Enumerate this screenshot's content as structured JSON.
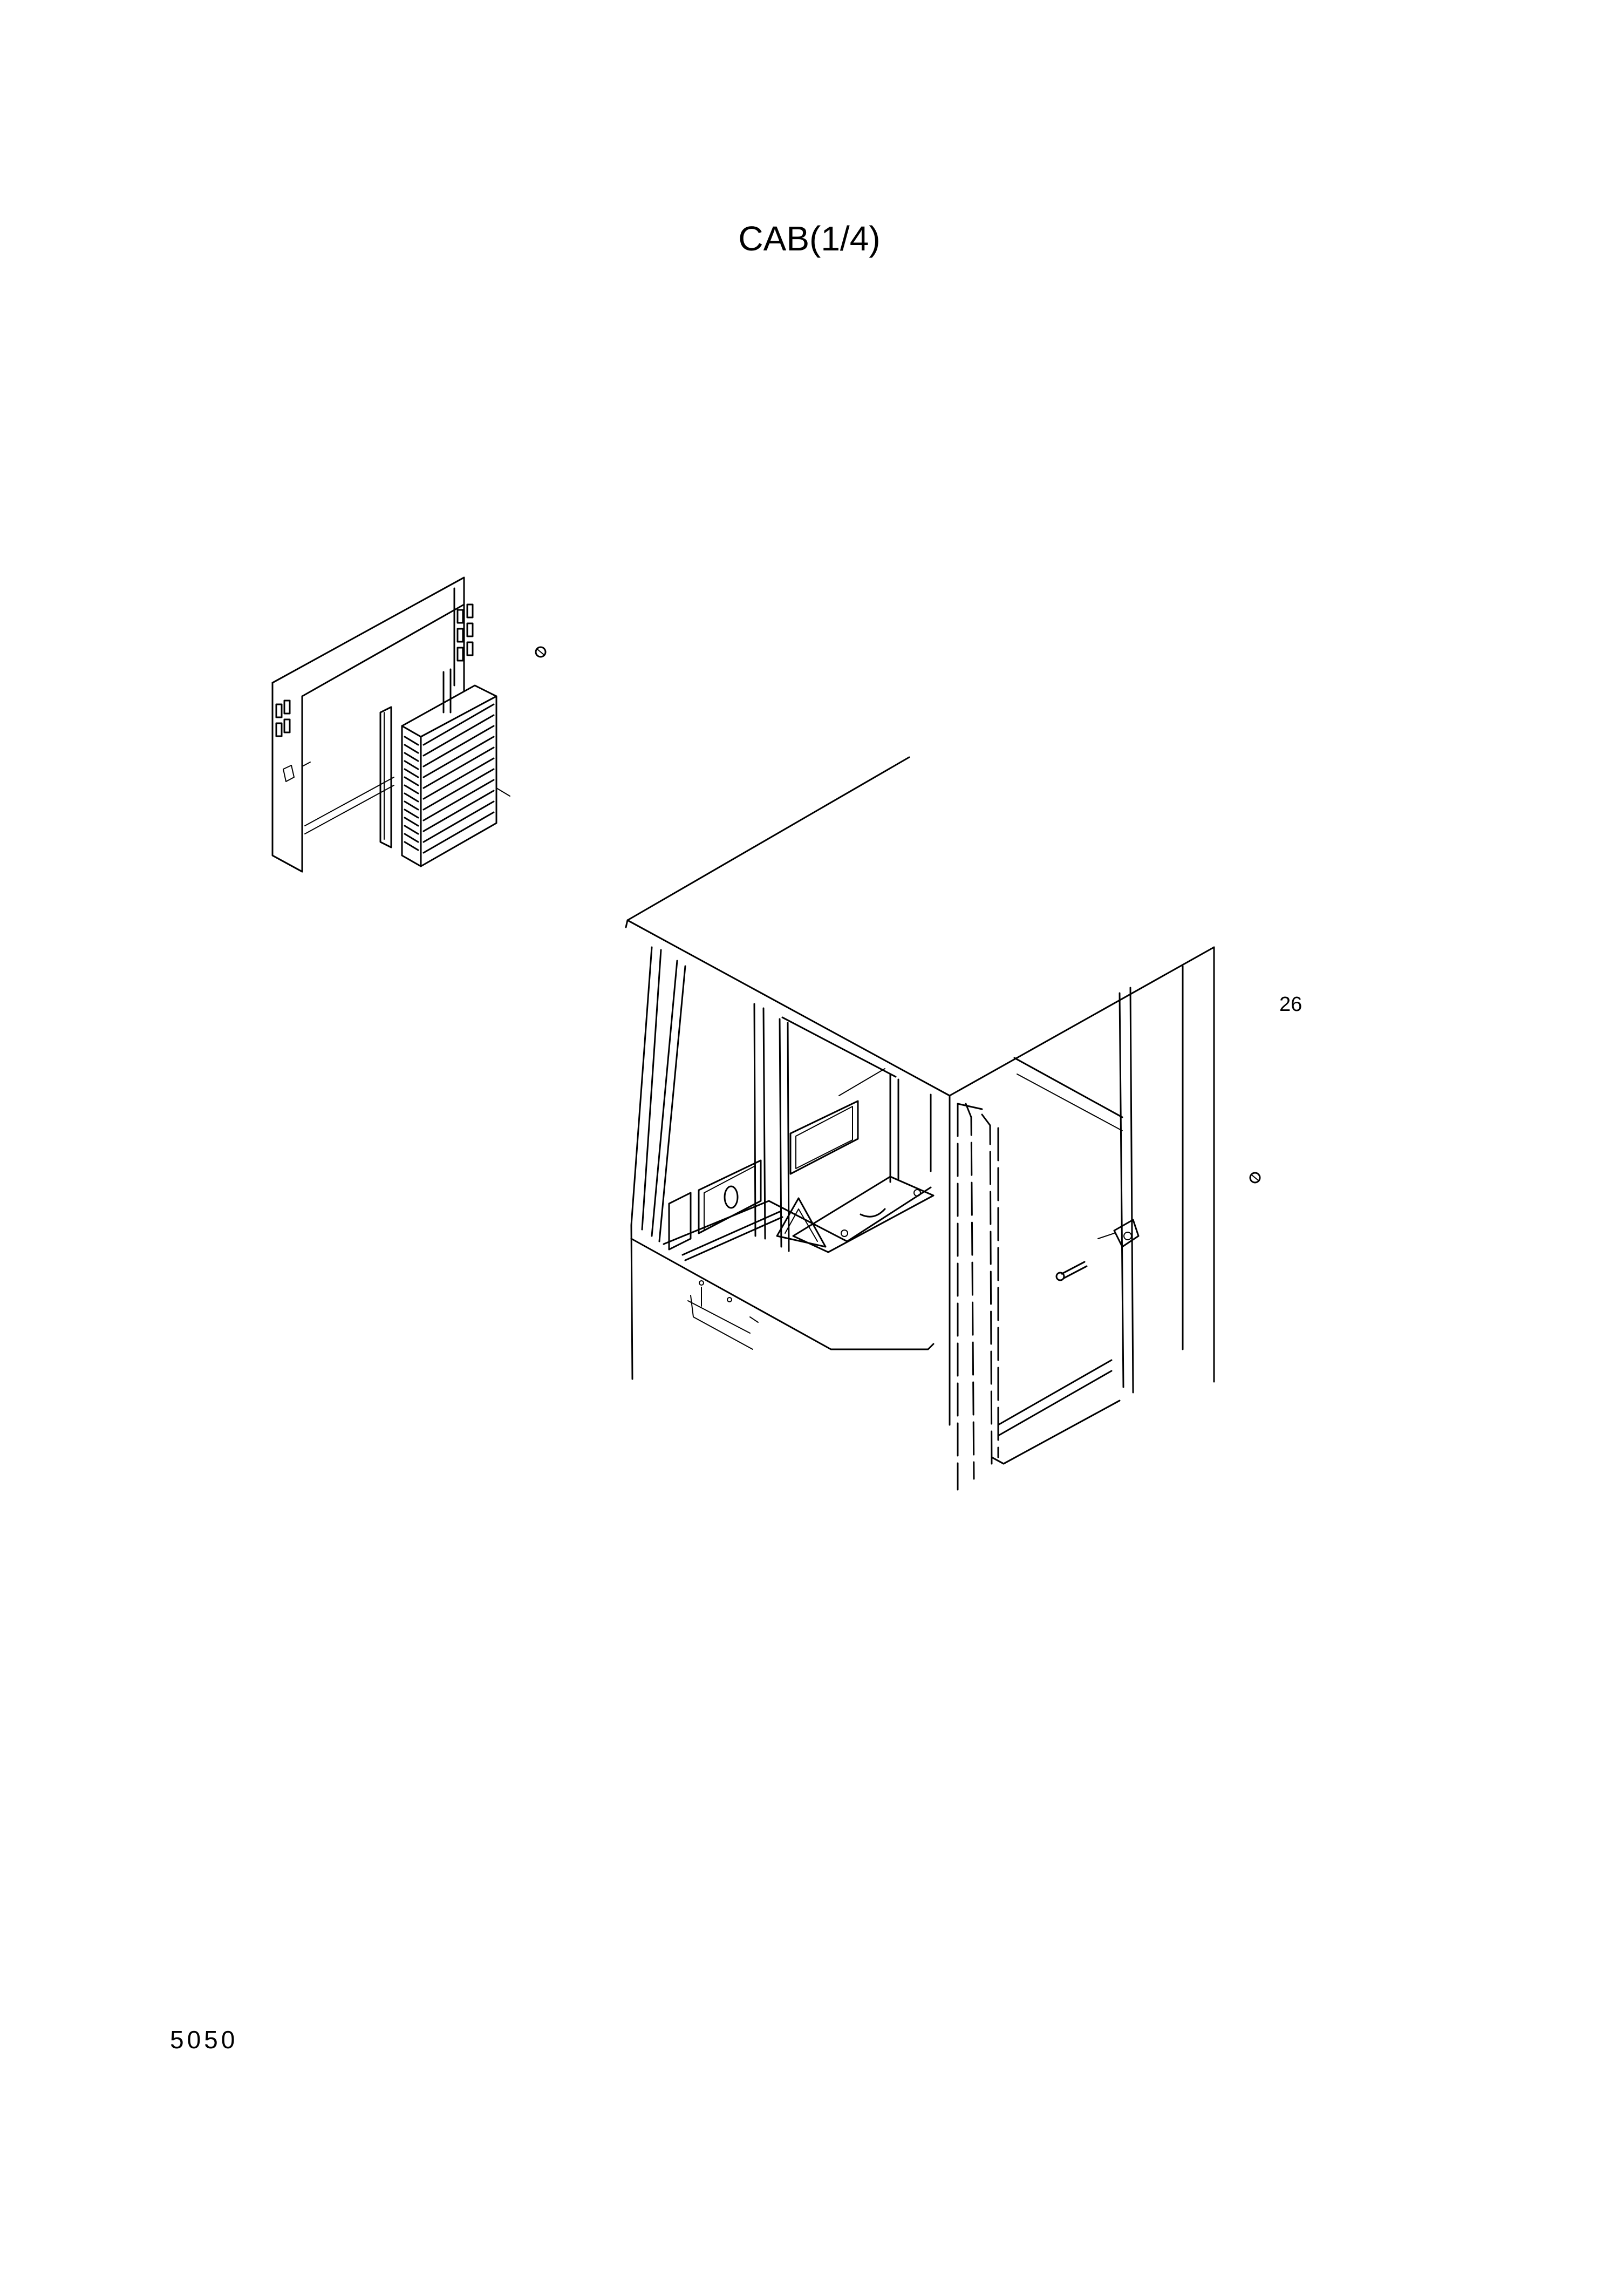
{
  "title": "CAB(1/4)",
  "page_number": "5050",
  "callouts": {
    "part_26": "26"
  }
}
